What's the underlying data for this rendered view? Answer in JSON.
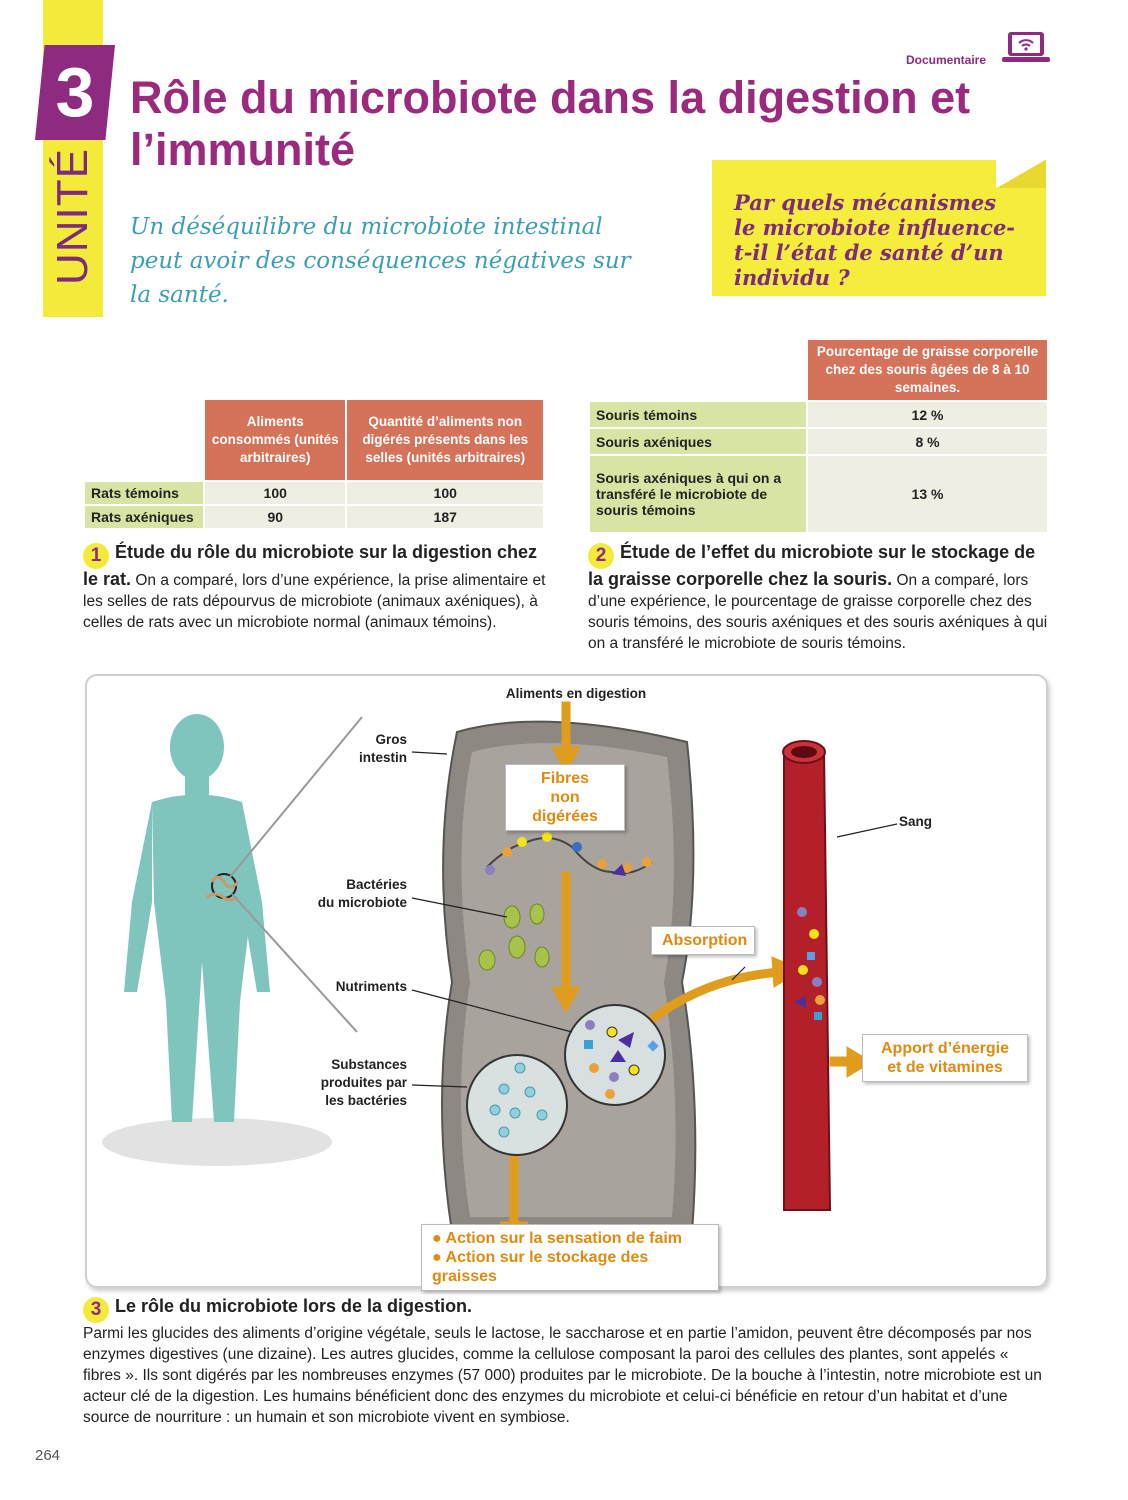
{
  "header": {
    "unit_label": "UNITÉ",
    "unit_number": "3",
    "title": "Rôle du microbiote dans la digestion et l’immunité",
    "doc_type": "Documentaire",
    "doc_icon": "laptop-wifi-icon",
    "subtitle": "Un déséquilibre du microbiote intestinal peut avoir des conséquences négatives sur la santé.",
    "question": "Par quels mécanismes le microbiote influence-t-il l’état de santé d’un individu ?"
  },
  "table1": {
    "headers": [
      "Aliments consommés (unités arbitraires)",
      "Quantité d’aliments non digérés présents dans les selles (unités arbitraires)"
    ],
    "rows": [
      {
        "label": "Rats témoins",
        "values": [
          "100",
          "100"
        ]
      },
      {
        "label": "Rats axéniques",
        "values": [
          "90",
          "187"
        ]
      }
    ]
  },
  "table2": {
    "header": "Pourcentage de graisse corporelle chez des souris âgées de 8 à 10 semaines.",
    "rows": [
      {
        "label": "Souris témoins",
        "value": "12 %"
      },
      {
        "label": "Souris axéniques",
        "value": "8 %"
      },
      {
        "label": "Souris axéniques à qui on a transféré le microbiote de souris témoins",
        "value": "13 %"
      }
    ]
  },
  "doc1": {
    "num": "1",
    "title": "Étude du rôle du microbiote sur la digestion chez le rat.",
    "text": "On a comparé, lors d’une expérience, la prise alimentaire et les selles de rats dépourvus de microbiote (animaux axéniques), à celles de rats avec un microbiote normal (animaux témoins)."
  },
  "doc2": {
    "num": "2",
    "title": "Étude de l’effet du microbiote sur le stockage de la graisse corporelle chez la souris.",
    "text": "On a comparé, lors d’une expérience, le pourcentage de graisse corporelle chez des souris témoins, des souris axéniques et des souris axéniques à qui on a transféré le microbiote de souris témoins."
  },
  "diagram": {
    "food": "Aliments en digestion",
    "gros": "Gros",
    "intestin": "intestin",
    "fibres": "Fibres",
    "non_digerees": "non digérées",
    "bact1": "Bactéries",
    "bact2": "du microbiote",
    "nutriments": "Nutriments",
    "sub1": "Substances",
    "sub2": "produites par",
    "sub3": "les bactéries",
    "absorption": "Absorption",
    "sang": "Sang",
    "apport1": "Apport d’énergie",
    "apport2": "et de vitamines",
    "action1": "Action sur la sensation de faim",
    "action2": "Action sur le stockage des graisses"
  },
  "doc3": {
    "num": "3",
    "title": "Le rôle du microbiote lors de la digestion.",
    "text": "Parmi les glucides des aliments d’origine végétale, seuls le lactose, le saccharose et en partie l’amidon, peuvent être décomposés par nos enzymes digestives (une dizaine). Les autres glucides, comme la cellulose composant la paroi des cellules des plantes, sont appelés « fibres ». Ils sont digérés par les nombreuses enzymes (57 000) produites par le microbiote. De la bouche à l’intestin, notre microbiote est un acteur clé de la digestion. Les humains bénéficient donc des enzymes du microbiote et celui-ci bénéficie en retour d’un habitat et d’une source de nourriture : un humain et son microbiote vivent en symbiose."
  },
  "page_number": "264"
}
